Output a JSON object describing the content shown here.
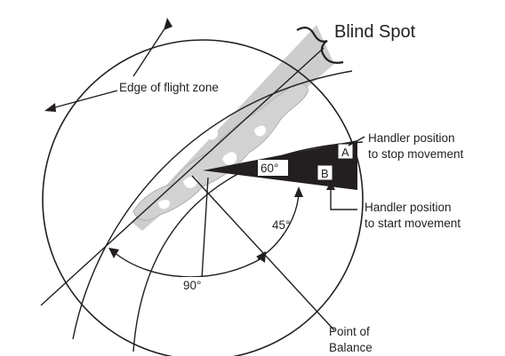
{
  "labels": {
    "blind_spot": "Blind Spot",
    "edge_of_flight_zone": "Edge of flight zone",
    "handler_stop_line1": "Handler position",
    "handler_stop_line2": "to stop movement",
    "handler_start_line1": "Handler position",
    "handler_start_line2": "to start movement",
    "point_of_balance_line1": "Point of",
    "point_of_balance_line2": "Balance",
    "angle_60": "60°",
    "angle_45": "45°",
    "angle_90": "90°",
    "position_a": "A",
    "position_b": "B"
  },
  "colors": {
    "ink": "#231f20",
    "blind_spot_fill": "#c8c8c8",
    "animal_fill": "#d2d2d2"
  }
}
